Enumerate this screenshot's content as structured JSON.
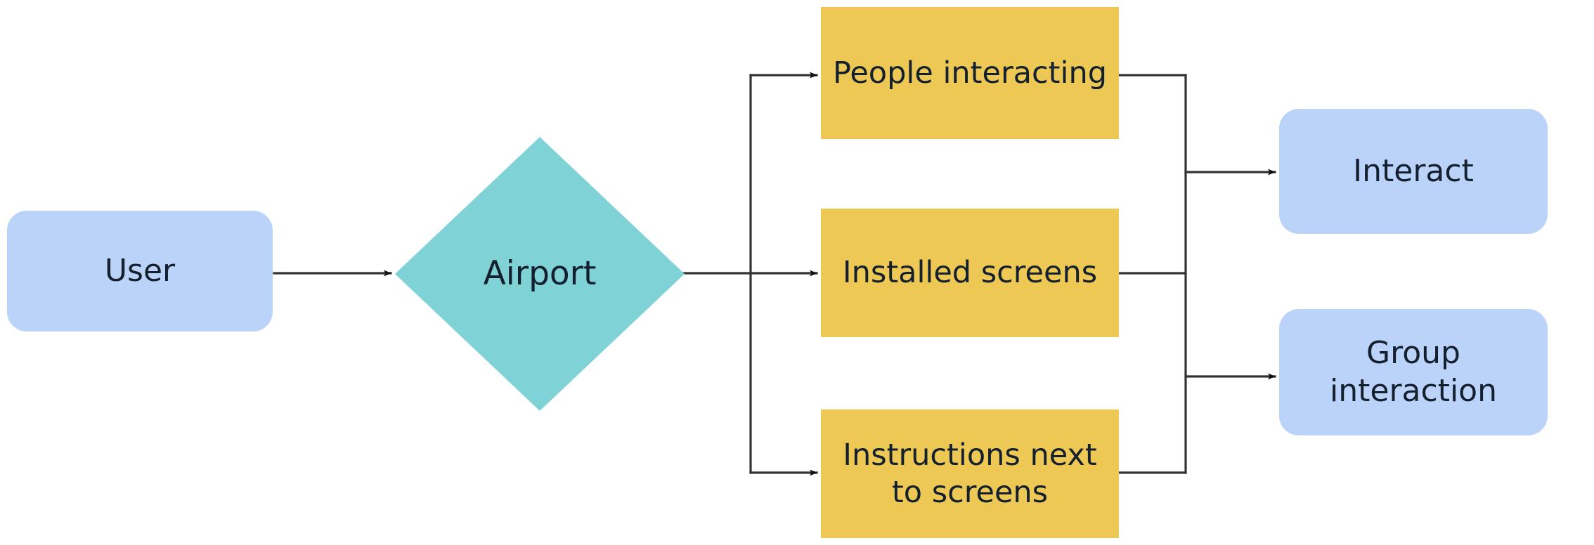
{
  "diagram": {
    "type": "flowchart",
    "direction": "left-to-right",
    "background": "#ffffff",
    "palette": {
      "process_fill": "#bcd3f9",
      "decision_fill": "#7fd3d7",
      "context_fill": "#eec854",
      "edge_stroke": "#333333",
      "text_color": "#14202e"
    },
    "nodes": [
      {
        "id": "user",
        "label": "User",
        "shape": "rounded-rect",
        "fill": "#bcd3f9"
      },
      {
        "id": "airport",
        "label": "Airport",
        "shape": "diamond",
        "fill": "#7fd3d7"
      },
      {
        "id": "people",
        "label": "People interacting",
        "shape": "rect",
        "fill": "#eec854"
      },
      {
        "id": "installed",
        "label": "Installed screens",
        "shape": "rect",
        "fill": "#eec854"
      },
      {
        "id": "instructions",
        "label": "Instructions next\nto screens",
        "shape": "rect",
        "fill": "#eec854"
      },
      {
        "id": "interact",
        "label": "Interact",
        "shape": "rounded-rect",
        "fill": "#bcd3f9"
      },
      {
        "id": "group",
        "label": "Group\ninteraction",
        "shape": "rounded-rect",
        "fill": "#bcd3f9"
      }
    ],
    "edges": [
      {
        "from": "user",
        "to": "airport",
        "arrow": true
      },
      {
        "from": "airport",
        "to": "people",
        "arrow": true
      },
      {
        "from": "airport",
        "to": "installed",
        "arrow": true
      },
      {
        "from": "airport",
        "to": "instructions",
        "arrow": true
      },
      {
        "from": "people",
        "to": "interact",
        "arrow": true
      },
      {
        "from": "installed",
        "to": "interact",
        "arrow": true
      },
      {
        "from": "installed",
        "to": "group",
        "arrow": true
      },
      {
        "from": "instructions",
        "to": "group",
        "arrow": true
      }
    ]
  }
}
